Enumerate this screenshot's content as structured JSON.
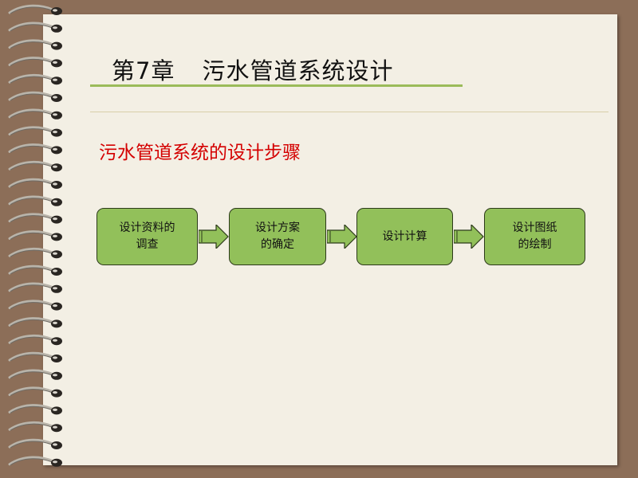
{
  "slide": {
    "title_chapter": "第7章",
    "title_text": "污水管道系统设计",
    "subtitle": "污水管道系统的设计步骤"
  },
  "flow": {
    "steps": [
      {
        "line1": "设计资料的",
        "line2": "调查"
      },
      {
        "line1": "设计方案",
        "line2": "的确定"
      },
      {
        "line1": "设计计算",
        "line2": ""
      },
      {
        "line1": "设计图纸",
        "line2": "的绘制"
      }
    ]
  },
  "colors": {
    "background": "#8c6e58",
    "paper": "#f3efe4",
    "title_rule": "#9bbb59",
    "subtitle": "#d40000",
    "step_fill": "#92c05a",
    "arrow_fill": "#92c05a"
  },
  "icons": {
    "binding": "spiral-binding-rings",
    "arrow": "right-block-arrow"
  }
}
